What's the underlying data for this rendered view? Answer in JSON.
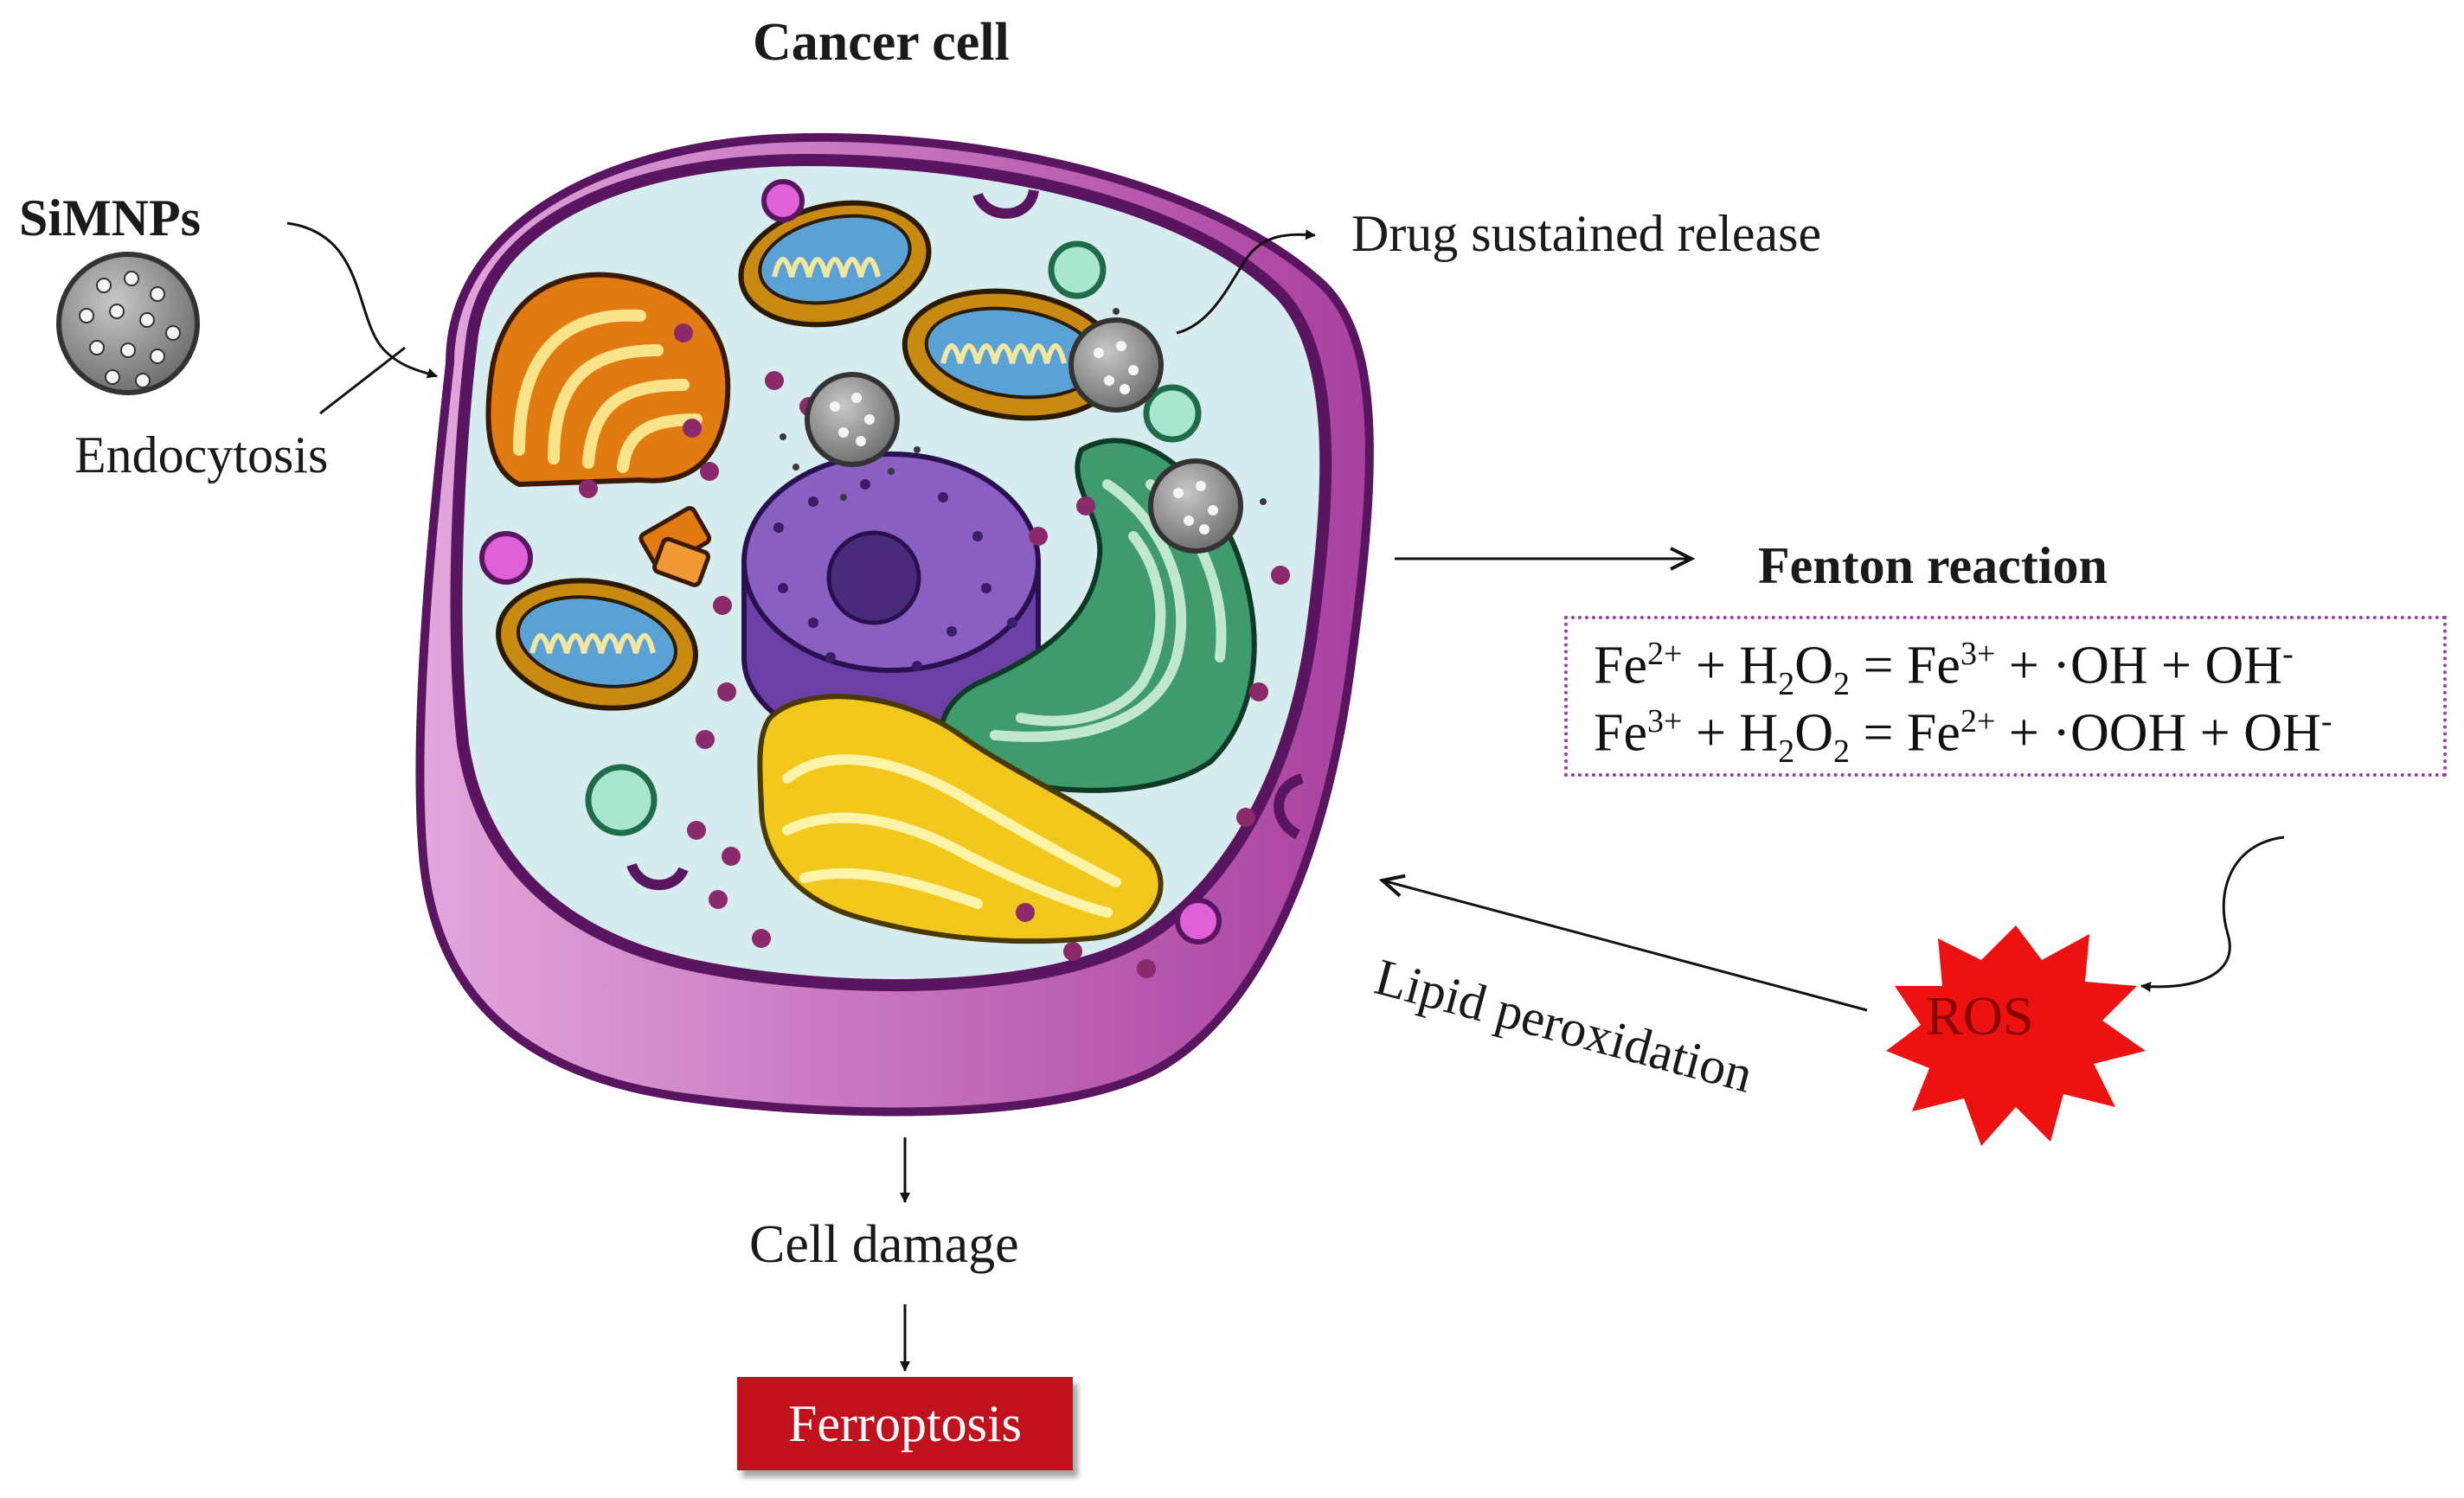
{
  "title": "Cancer cell",
  "nanoparticle_label": "SiMNPs",
  "endocytosis_label": "Endocytosis",
  "drug_release_label": "Drug sustained release",
  "fenton": {
    "title": "Fenton reaction",
    "eq1": {
      "a": "Fe",
      "a_sup": "2+",
      "b": " + H",
      "b_sub1": "2",
      "b2": "O",
      "b_sub2": "2",
      "c": " = Fe",
      "c_sup": "3+",
      "d": " + ·OH + OH",
      "d_sup": "-"
    },
    "eq2": {
      "a": "Fe",
      "a_sup": "3+",
      "b": " + H",
      "b_sub1": "2",
      "b2": "O",
      "b_sub2": "2",
      "c": " = Fe",
      "c_sup": "2+",
      "d": " + ·OOH + OH",
      "d_sup": "-"
    }
  },
  "ros_label": "ROS",
  "lipid_label": "Lipid peroxidation",
  "cell_damage_label": "Cell damage",
  "ferroptosis_label": "Ferroptosis",
  "colors": {
    "membrane": "#5a1560",
    "membrane_outer": "#c96cc4",
    "cytoplasm": "#d7ecef",
    "nucleus": "#8a5fc2",
    "nucleolus": "#4a2a7a",
    "golgi_green": "#3f9a6e",
    "er_yellow": "#f2c81c",
    "golgi_orange": "#e27a12",
    "mito": "#c88a10",
    "ros": "#ee1111",
    "ferroptosis_bg": "#c0111c",
    "fenton_border": "#9b3fa0"
  }
}
